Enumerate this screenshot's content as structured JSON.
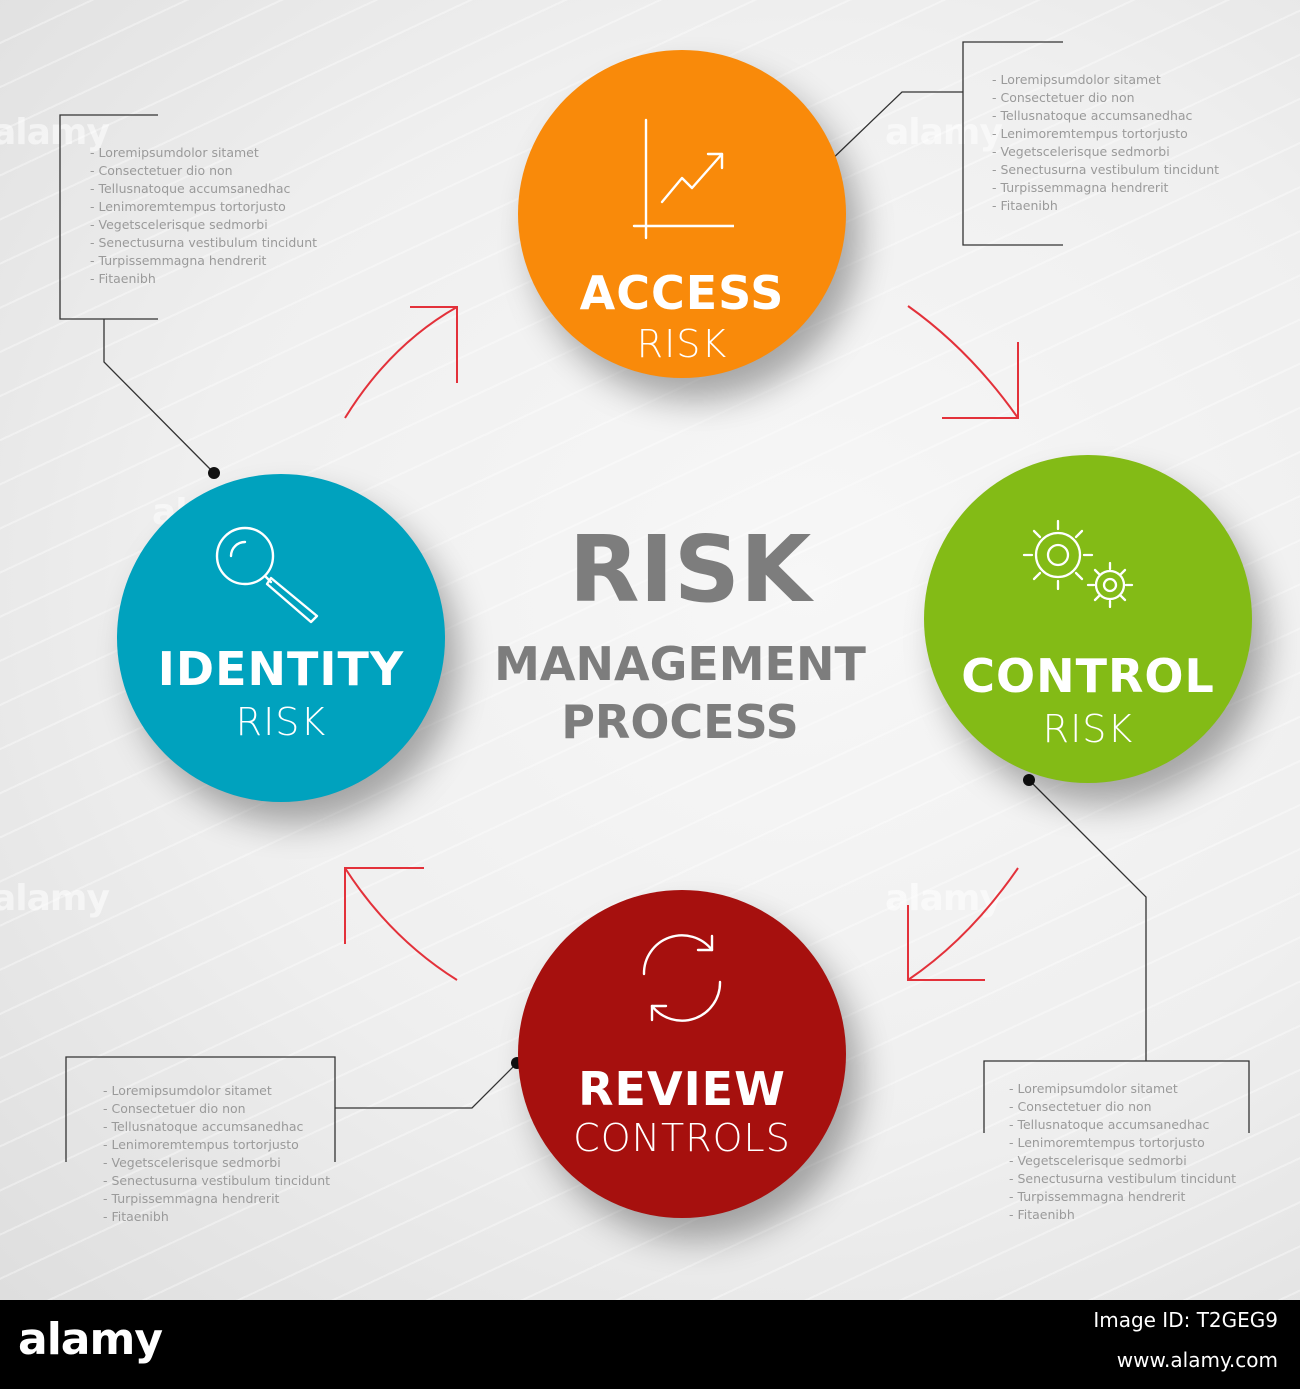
{
  "colors": {
    "access": "#F98A0A",
    "control": "#83BB16",
    "review": "#A6100E",
    "identity": "#00A2BE",
    "arrow": "#E3313A",
    "center_text": "#7D7D7D",
    "note_text": "#9A9A9A"
  },
  "center": {
    "line1": "RISK",
    "line2": "MANAGEMENT",
    "line3": "PROCESS"
  },
  "nodes": {
    "access": {
      "title": "ACCESS",
      "subtitle": "RISK",
      "icon": "chart-up-icon"
    },
    "control": {
      "title": "CONTROL",
      "subtitle": "RISK",
      "icon": "gears-icon"
    },
    "review": {
      "title": "REVIEW",
      "subtitle": "CONTROLS",
      "icon": "refresh-icon"
    },
    "identity": {
      "title": "IDENTITY",
      "subtitle": "RISK",
      "icon": "magnifier-icon"
    }
  },
  "notes": {
    "top_left": [
      "Loremipsumdolor sitamet",
      "Consectetuer dio non",
      "Tellusnatoque accumsanedhac",
      "Lenimoremtempus tortorjusto",
      "Vegetscelerisque sedmorbi",
      "Senectusurna vestibulum tincidunt",
      "Turpissemmagna hendrerit",
      "Fitaenibh"
    ],
    "top_right": [
      "Loremipsumdolor sitamet",
      "Consectetuer dio non",
      "Tellusnatoque accumsanedhac",
      "Lenimoremtempus tortorjusto",
      "Vegetscelerisque sedmorbi",
      "Senectusurna vestibulum tincidunt",
      "Turpissemmagna hendrerit",
      "Fitaenibh"
    ],
    "bottom_left": [
      "Loremipsumdolor sitamet",
      "Consectetuer dio non",
      "Tellusnatoque accumsanedhac",
      "Lenimoremtempus tortorjusto",
      "Vegetscelerisque sedmorbi",
      "Senectusurna vestibulum tincidunt",
      "Turpissemmagna hendrerit",
      "Fitaenibh"
    ],
    "bottom_right": [
      "Loremipsumdolor sitamet",
      "Consectetuer dio non",
      "Tellusnatoque accumsanedhac",
      "Lenimoremtempus tortorjusto",
      "Vegetscelerisque sedmorbi",
      "Senectusurna vestibulum tincidunt",
      "Turpissemmagna hendrerit",
      "Fitaenibh"
    ]
  },
  "watermark": "alamy",
  "footer": {
    "brand": "alamy",
    "image_id": "Image ID: T2GEG9",
    "url": "www.alamy.com"
  }
}
